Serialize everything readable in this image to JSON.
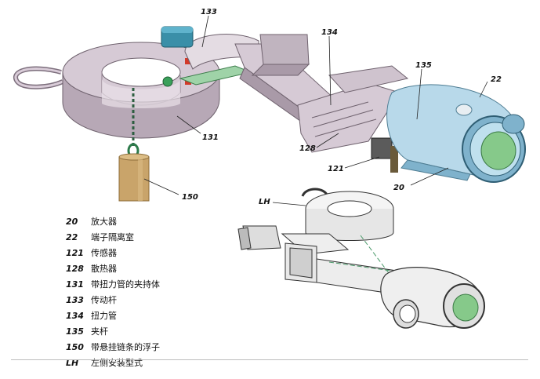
{
  "callouts": {
    "c133": "133",
    "c134": "134",
    "c135": "135",
    "c22": "22",
    "c131": "131",
    "c128": "128",
    "c121": "121",
    "c20": "20",
    "c150": "150",
    "lh": "LH"
  },
  "legend": [
    {
      "code": "20",
      "desc": "放大器"
    },
    {
      "code": "22",
      "desc": "端子隔离室"
    },
    {
      "code": "121",
      "desc": "传感器"
    },
    {
      "code": "128",
      "desc": "散热器"
    },
    {
      "code": "131",
      "desc": "带扭力管的夹持体"
    },
    {
      "code": "133",
      "desc": "传动杆"
    },
    {
      "code": "134",
      "desc": "扭力管"
    },
    {
      "code": "135",
      "desc": "夹杆"
    },
    {
      "code": "150",
      "desc": "带悬挂链条的浮子"
    },
    {
      "code": "LH",
      "desc": "左侧安装型式"
    }
  ],
  "colors": {
    "body": "#d3c6d2",
    "body_dark": "#a99aa8",
    "housing": "#b8d9ea",
    "housing_dark": "#7fb2cc",
    "window": "#86c98a",
    "float": "#c9a46a",
    "chain_green": "#2c7a4a",
    "cap_blue": "#3a8fa8"
  }
}
